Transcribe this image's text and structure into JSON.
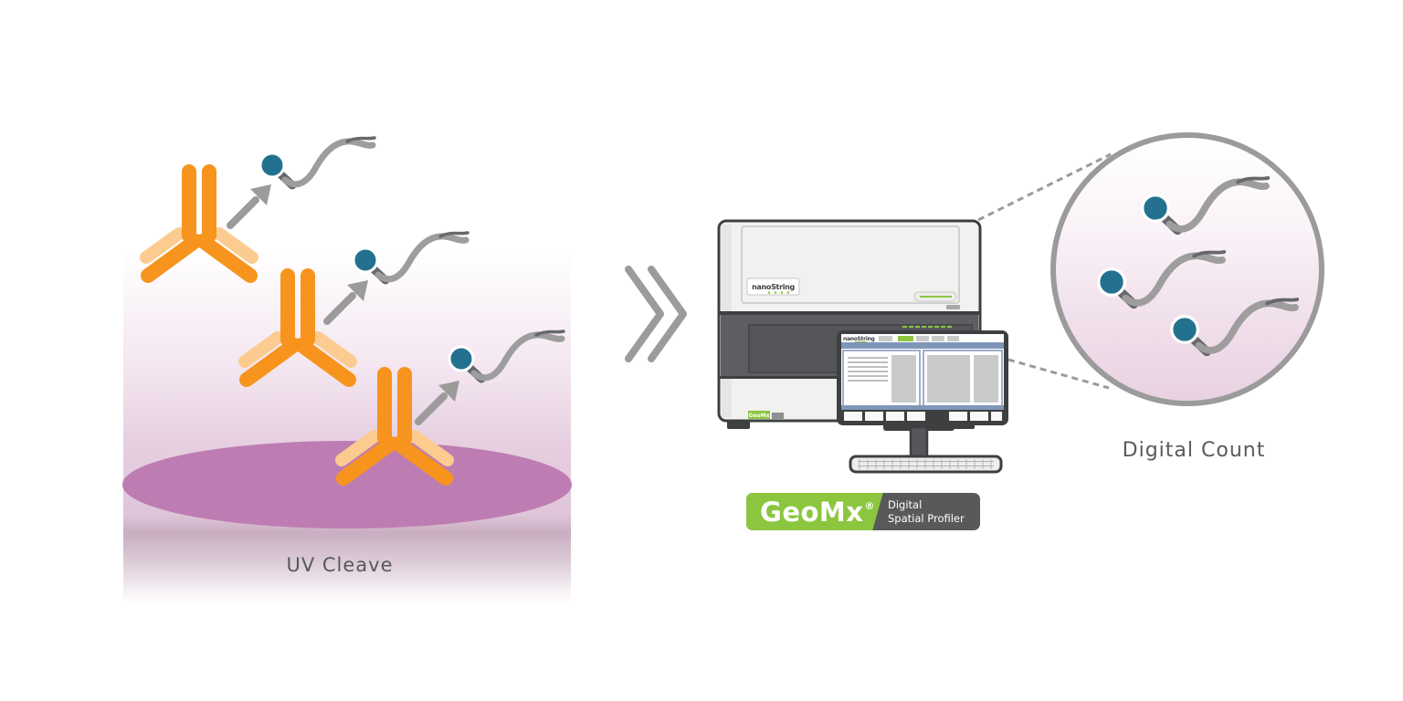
{
  "colors": {
    "orange": "#F7941E",
    "orange-light": "#FBCB90",
    "teal": "#23718F",
    "squiggle": "#9D9D9D",
    "squiggle-dark": "#66686B",
    "arrow": "#9B9B9B",
    "magenta": "#BE7DB2",
    "label": "#58595B",
    "green": "#8CC63E",
    "dark": "#3E3F41",
    "machine-body": "#F1F1EF",
    "machine-mid": "#5C5E61",
    "machine-mid-inner": "#54565A",
    "screen-blue": "#7E96B8",
    "panel-fill": "#C9CACB",
    "light-border": "#C6C6C4",
    "badge-bg": "#58595B"
  },
  "stage": {
    "uv_label": "UV Cleave"
  },
  "instrument": {
    "brand": "nanoString",
    "monitor_brand": "nanoString",
    "panel_model": "GeoMx"
  },
  "badge": {
    "product": "GeoMx",
    "registered": "®",
    "tagline_line1": "Digital",
    "tagline_line2": "Spatial Profiler"
  },
  "magnifier": {
    "label": "Digital Count"
  },
  "icons": {
    "antibody-icon": "orange Y antibody shape",
    "oligo-tag-icon": "teal dot with gray squiggle ribbon",
    "release-arrow-icon": "↗",
    "fast-forward-icon": "»"
  }
}
